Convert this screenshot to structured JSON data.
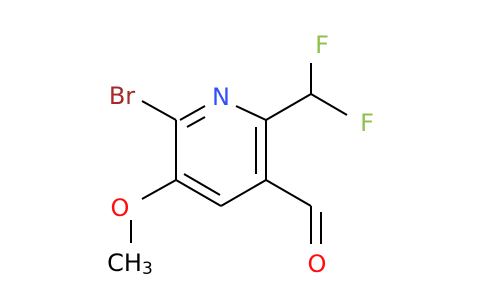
{
  "molecule": {
    "atoms": {
      "br": {
        "label": "Br",
        "color": "#a52a2a"
      },
      "n": {
        "label": "N",
        "color": "#3050f8"
      },
      "f1": {
        "label": "F",
        "color": "#90c050"
      },
      "f2": {
        "label": "F",
        "color": "#90c050"
      },
      "o_methoxy": {
        "label": "O",
        "color": "#ff0d0d"
      },
      "methyl": {
        "label": "CH",
        "subscript": "3",
        "color": "#000000"
      },
      "o_aldehyde": {
        "label": "O",
        "color": "#ff0d0d"
      }
    }
  }
}
